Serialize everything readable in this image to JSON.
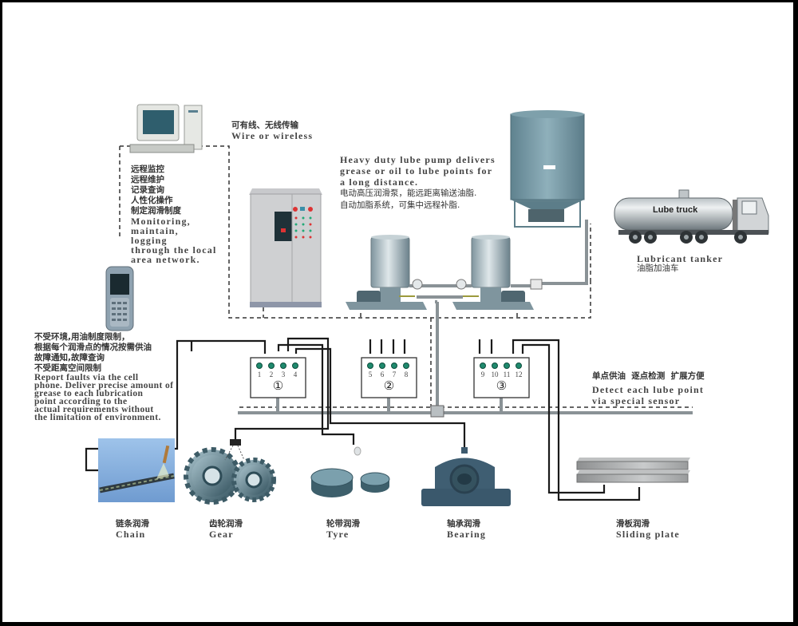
{
  "diagram": {
    "title": "Centralized lubrication system overview",
    "colors": {
      "frame": "#000000",
      "background": "#ffffff",
      "pipe": "#8a9296",
      "line": "#1a1a1a",
      "indicator": "#1f8a6e",
      "steel": "#6f8f9f",
      "tank": "#6d8f9c",
      "plate_grease": "#d9c626"
    },
    "network": {
      "cn": "可有线、无线传输",
      "en": "Wire or wireless"
    },
    "computer_notes": {
      "cn": [
        "远程监控",
        "远程维护",
        "记录查询",
        "人性化操作",
        "制定润滑制度"
      ],
      "en": [
        "Monitoring,",
        "maintain,",
        "logging",
        "through the local",
        "area network."
      ]
    },
    "pump_notes": {
      "en": [
        "Heavy duty lube pump delivers",
        "grease or oil to lube points for",
        "a long distance."
      ],
      "cn": [
        "电动高压润滑泵，能远距离输送油脂.",
        "自动加脂系统，可集中远程补脂."
      ]
    },
    "phone_notes": {
      "cn": [
        "不受环境,用油制度限制，",
        "根据每个润滑点的情况按需供油",
        "故障通知,故障查询",
        "不受距离空间限制"
      ],
      "en": [
        "Report faults via the cell",
        "phone. Deliver precise amount of",
        "grease to each lubrication",
        "point according to the",
        "actual requirements without",
        "the limitation of environment."
      ]
    },
    "truck": {
      "body_label": "Lube truck",
      "en": "Lubricant tanker",
      "cn": "油脂加油车"
    },
    "sensor_notes": {
      "cn": "单点供油  逐点检测  扩展方便",
      "en": [
        "Detect each lube point",
        "via special sensor"
      ]
    },
    "distributors": [
      {
        "id": "①",
        "points": [
          "1",
          "2",
          "3",
          "4"
        ]
      },
      {
        "id": "②",
        "points": [
          "5",
          "6",
          "7",
          "8"
        ]
      },
      {
        "id": "③",
        "points": [
          "9",
          "10",
          "11",
          "12"
        ]
      }
    ],
    "applications": [
      {
        "cn": "链条润滑",
        "en": "Chain"
      },
      {
        "cn": "齿轮润滑",
        "en": "Gear"
      },
      {
        "cn": "轮带润滑",
        "en": "Tyre"
      },
      {
        "cn": "轴承润滑",
        "en": "Bearing"
      },
      {
        "cn": "滑板润滑",
        "en": "Sliding plate"
      }
    ]
  }
}
